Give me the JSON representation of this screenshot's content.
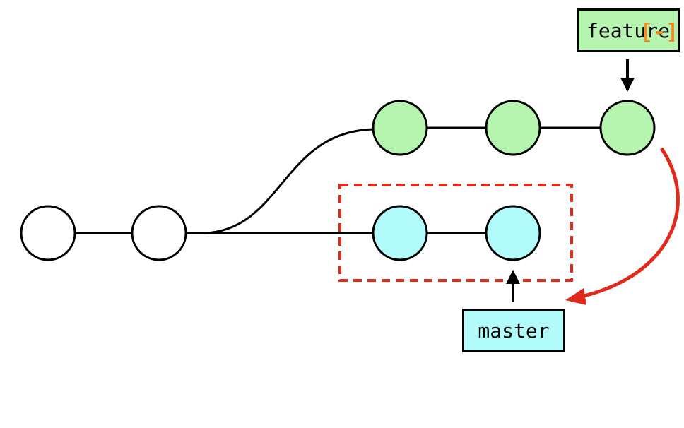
{
  "diagram": {
    "labels": {
      "feature": "feature",
      "master": "master"
    },
    "colors": {
      "background": "#ffffff",
      "stroke": "#000000",
      "base_commit_fill": "#ffffff",
      "feature_commit_fill": "#b5f5b0",
      "master_commit_fill": "#b2fbfb",
      "feature_label_fill": "#b5f5b0",
      "master_label_fill": "#b2fbfb",
      "highlight_box": "#e02a1c",
      "rebase_arrow": "#e02a1c",
      "watermark_glyph": "#f08a24"
    },
    "commits": {
      "base": 2,
      "master": 2,
      "feature": 3
    },
    "watermark_icon": "rebase-logo-icon"
  }
}
